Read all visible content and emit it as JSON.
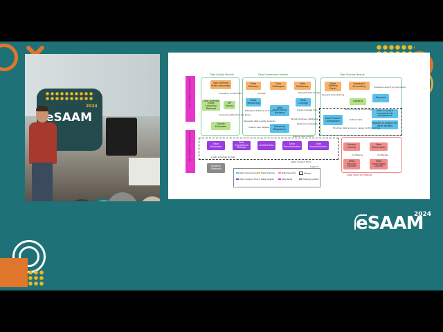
{
  "slide": {
    "modules": {
      "data_quality": "Data Quality Module",
      "data_governance": "Data Governance Module",
      "data_sharing": "Data Sharing Module",
      "data_security": "Data Security Module"
    },
    "side_labels": {
      "top": "Key Enablers Components",
      "bottom": "Key Enablers Components"
    },
    "boxes": {
      "udrg": "User Defined Rules Generator",
      "udrcb": "User Defined Rules Collection Backend",
      "kpi_lib": "KPI Library",
      "quality_eval": "Quality Evaluator",
      "data_glossary": "Data Glossary",
      "data_catalogue": "Data Catalogue",
      "data_dictionary": "Data Dictionary",
      "data_versioning": "Data Versioning",
      "dg_backend": "Data Governance Backend",
      "data_lineage": "Data Lineage",
      "metadata_repo": "Metadata Repository",
      "data_sharing_panel": "Data Sharing Panel",
      "logging_accounting": "Logging & Accounting",
      "logging": "Logging",
      "payment": "Payment",
      "dpc": "Data Product Composition",
      "idsa": "IDSA & GAIA-X connectors & components",
      "brokers": "Brokers & plugins for other targets",
      "data_discovery": "Data Discovery",
      "data_ingestion": "Data Ingestion & Storage",
      "ai_data_bias": "AI-Data Bias",
      "data_harmonization": "Data Harmonization",
      "data_anonymization": "Data Anonymization",
      "existing_datasets": "Existing Datasets",
      "access_control": "Access Control",
      "data_sovereignty": "Data Sovereignty",
      "data_security_control": "Data Security Control",
      "data_sovereignty_control": "Data Sovereignty Control"
    },
    "notes": {
      "n1": "Indication of new KPIs",
      "n2": "Consumes KPIs from the library",
      "n3": "Requests data quality analysis",
      "n4": "Publish new dataset",
      "n5": "Maintains dataset versions",
      "n6": "Invokes",
      "n7": "Request data lineage",
      "n8": "Tracks Lineage info",
      "n9": "Stores/retrieves metadata",
      "n10": "Retrieves metadata",
      "n11": "Request data sharing",
      "n12": "Provides support for payments",
      "n13": "Record activity to be logged",
      "n14": "Publish data",
      "n15": "Provides data access & usage control policies",
      "n16": "Data Access Control",
      "n17": "Data Support Tools",
      "n18": "Loads schemas to data",
      "n19": "Configures",
      "n20": "Configures"
    },
    "legend": {
      "title": "Legend",
      "items": [
        "Data Governance",
        "Data Sharing",
        "Data Security",
        "Others",
        "Data Support Tools",
        "Data Quality",
        "Standards",
        "Existing system"
      ]
    }
  },
  "event": {
    "logo_text": "eSAAM",
    "logo_year": "2024",
    "banner_text": "eSAAM",
    "banner_year": "2024"
  },
  "colors": {
    "background": "#1e7277",
    "accent_orange": "#e0762c",
    "accent_yellow": "#f0b624",
    "data_governance": "#5bc0eb",
    "data_sharing": "#f6b26b",
    "data_quality": "#b6e28a",
    "data_support_tools": "#9a3ee0",
    "data_security": "#f08a8a",
    "key_enablers": "#e536c9"
  }
}
